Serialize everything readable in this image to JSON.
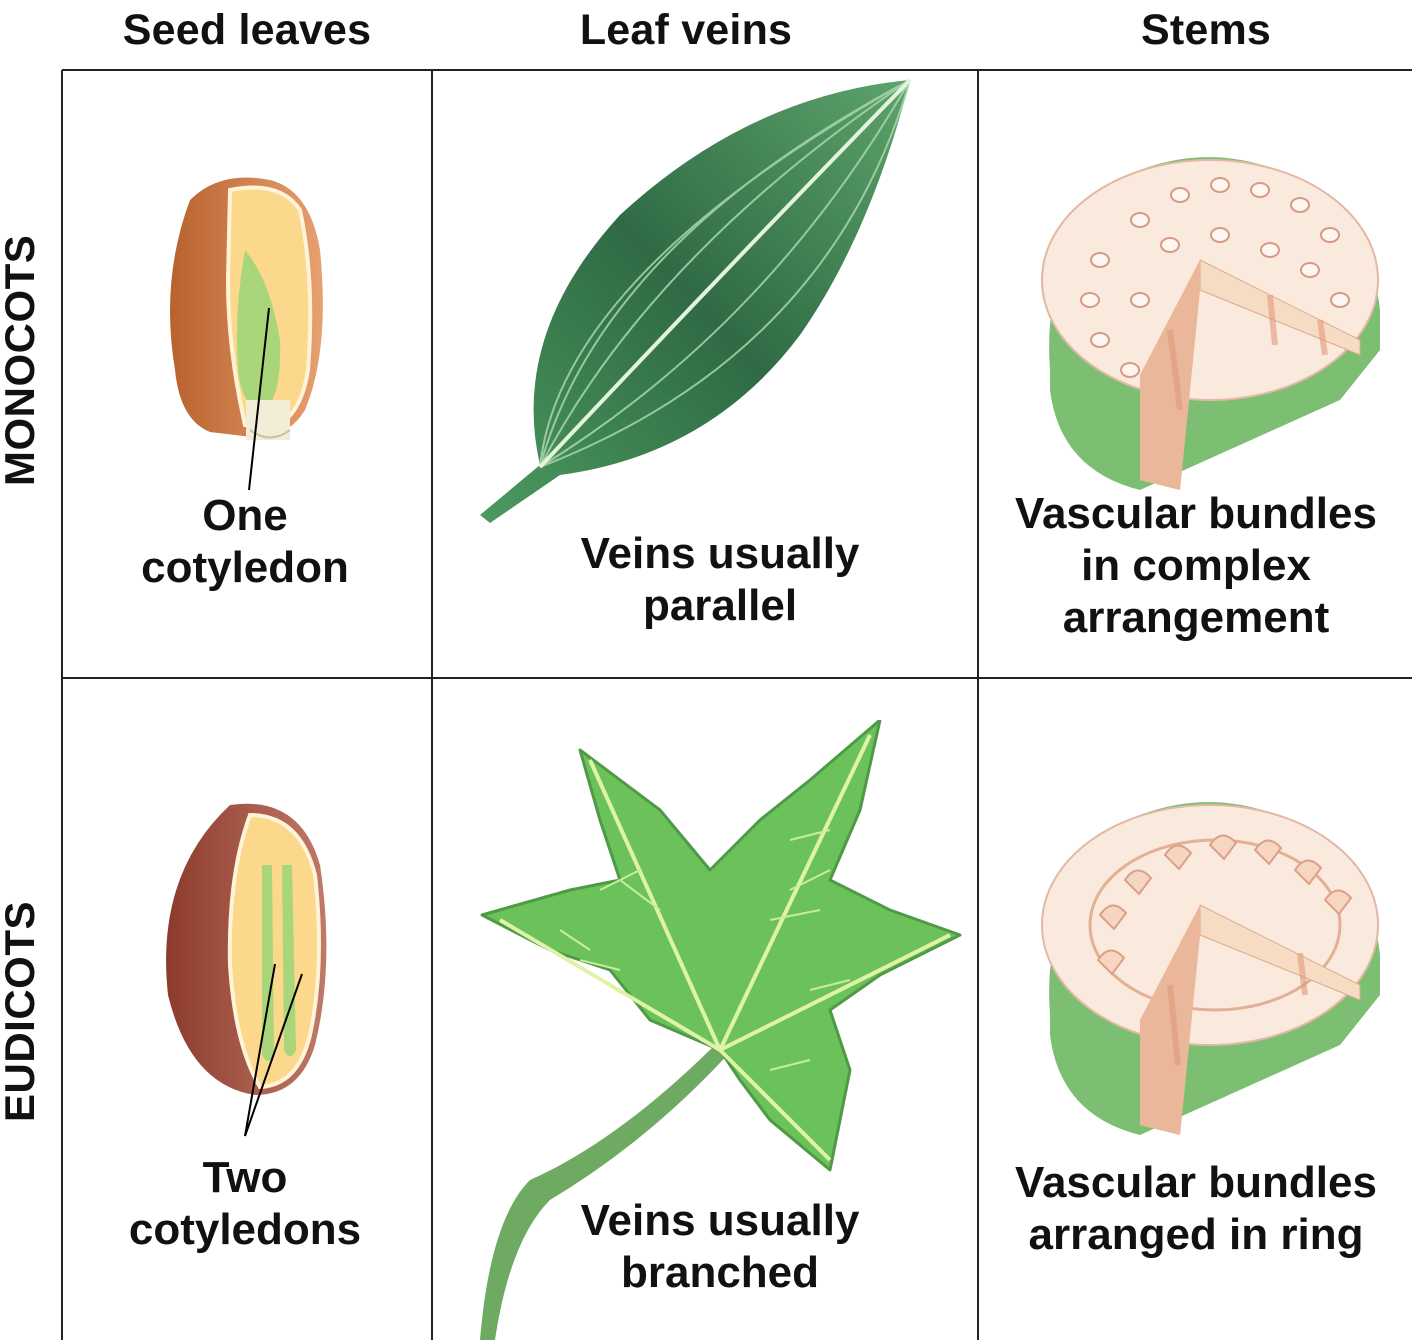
{
  "columns": [
    "Seed leaves",
    "Leaf veins",
    "Stems"
  ],
  "rows": [
    "MONOCOTS",
    "EUDICOTS"
  ],
  "captions": {
    "mono_seed": [
      "One",
      "cotyledon"
    ],
    "mono_leaf": [
      "Veins usually",
      "parallel"
    ],
    "mono_stem": [
      "Vascular bundles",
      "in complex",
      "arrangement"
    ],
    "eudi_seed": [
      "Two",
      "cotyledons"
    ],
    "eudi_leaf": [
      "Veins usually",
      "branched"
    ],
    "eudi_stem": [
      "Vascular bundles",
      "arranged in ring"
    ]
  }
}
